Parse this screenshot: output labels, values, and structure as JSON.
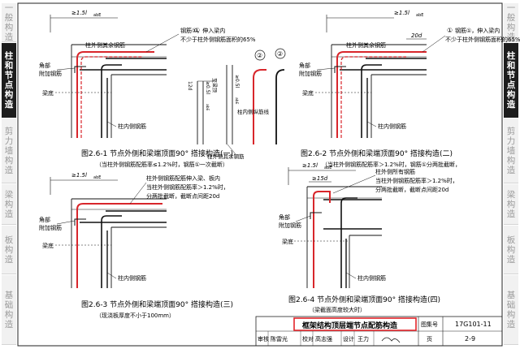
{
  "side_tabs": [
    {
      "label": "一般构造",
      "active": false
    },
    {
      "label": "柱和节点构造",
      "active": true
    },
    {
      "label": "剪力墙构造",
      "active": false
    },
    {
      "label": "梁构造",
      "active": false
    },
    {
      "label": "板构造",
      "active": false
    },
    {
      "label": "基础构造",
      "active": false
    }
  ],
  "figures": [
    {
      "id": "2.6-1",
      "caption": "图2.6-1 节点外侧和梁端顶面90° 搭接构造(一)",
      "note": "（当柱外侧钢筋配筋率≤1.2%时，钢筋①一次截断）",
      "dim_label": "≥1.5l",
      "dim_sub": "abE",
      "labels": {
        "circle1": "①",
        "steel1": "钢筋①，伸入梁内",
        "steel1b": "不少于柱外侧钢筋面积的65%",
        "other_rebar": "柱外侧其余钢筋",
        "corner": "角部",
        "corner2": "附加钢筋",
        "beam_bottom": "梁底",
        "inner_rebar": "柱内侧钢筋",
        "circle2": "②",
        "circle2a": "②",
        "d12": "12d",
        "top_face": "至梁顶",
        "la1": "≥0.5l",
        "la1_sub": "abE",
        "la2": "≥0.5l",
        "la2_sub": "abE",
        "edge_line": "柱内侧纵筋线",
        "rest_rebar": "柱外侧其余钢筋"
      }
    },
    {
      "id": "2.6-2",
      "caption": "图2.6-2 节点外侧和梁端顶面90° 搭接构造(二)",
      "note": "（当柱外侧钢筋配筋率＞1.2%时，钢筋①分两批截断，",
      "dim_label": "≥1.5l",
      "dim_sub": "abE",
      "labels": {
        "d20": "20d",
        "circle1": "①",
        "steel1": "钢筋①，伸入梁内",
        "steel1b": "不少于柱外侧钢筋面积的65%",
        "other_rebar": "柱外侧其余钢筋",
        "corner": "角部",
        "corner2": "附加钢筋",
        "beam_bottom": "梁底",
        "inner_rebar": "柱内侧钢筋"
      }
    },
    {
      "id": "2.6-3",
      "caption": "图2.6-3 节点外侧和梁端顶面90° 搭接构造(三)",
      "note": "（现浇板厚度不小于100mm）",
      "dim_label": "≥1.5l",
      "dim_sub": "abE",
      "labels": {
        "a": "柱外侧钢筋配筋伸入梁、板内",
        "b": "当柱外侧钢筋配筋率＞1.2%时，",
        "c": "分两批截断，截断点间距20d",
        "corner": "角部",
        "corner2": "附加钢筋",
        "beam_bottom": "梁底",
        "inner_rebar": "柱内侧钢筋"
      }
    },
    {
      "id": "2.6-4",
      "caption": "图2.6-4 节点外侧和梁端顶面90° 搭接构造(四)",
      "note": "（梁截面高度较大时）",
      "dim_label": "≥1.5l",
      "dim_sub": "abE",
      "labels": {
        "d15": "≥15d",
        "a": "柱外侧所有钢筋",
        "b": "当柱外侧钢筋配筋率＞1.2%时，",
        "c": "分两批截断，截断点间距20d",
        "corner": "角部",
        "corner2": "附加钢筋",
        "beam_bottom": "梁底",
        "inner_rebar": "柱内侧钢筋"
      }
    }
  ],
  "title_block": {
    "title": "框架结构顶层端节点配筋构造",
    "atlas_label": "图集号",
    "atlas_no": "17G101-11",
    "review_label": "审核",
    "reviewer": "陈雷光",
    "check_label": "校对",
    "checker": "高志强",
    "design_label": "设计",
    "designer": "王力",
    "page_label": "页",
    "page_no": "2-9"
  },
  "colors": {
    "rebar_red": "#d8262b",
    "highlight_red": "#e2242a",
    "line": "#111111",
    "tab_active": "#1d1d1d"
  }
}
